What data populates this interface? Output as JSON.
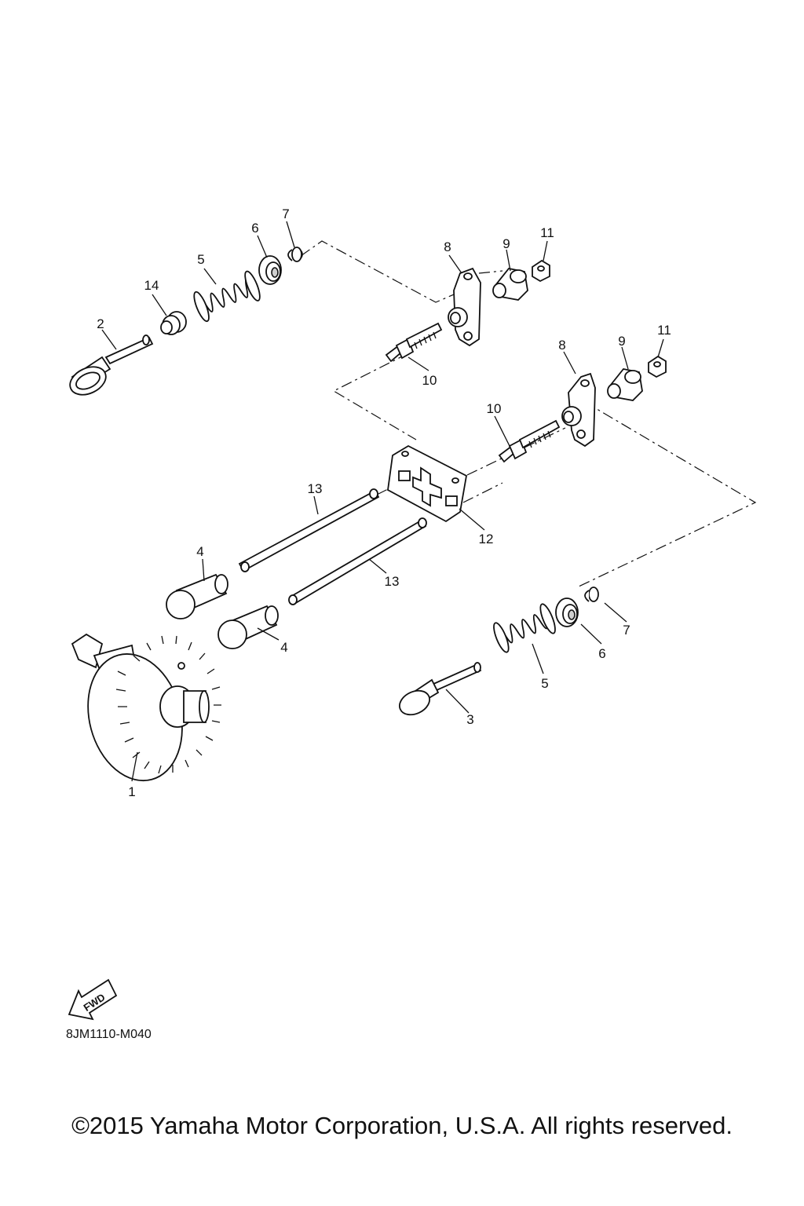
{
  "diagram": {
    "code": "8JM1110-M040",
    "copyright": "©2015 Yamaha Motor Corporation, U.S.A. All rights reserved.",
    "fwd_label": "FWD",
    "callouts": [
      "1",
      "2",
      "3",
      "4",
      "4",
      "5",
      "5",
      "6",
      "6",
      "7",
      "7",
      "8",
      "8",
      "9",
      "9",
      "10",
      "10",
      "11",
      "11",
      "12",
      "13",
      "13",
      "14"
    ]
  }
}
